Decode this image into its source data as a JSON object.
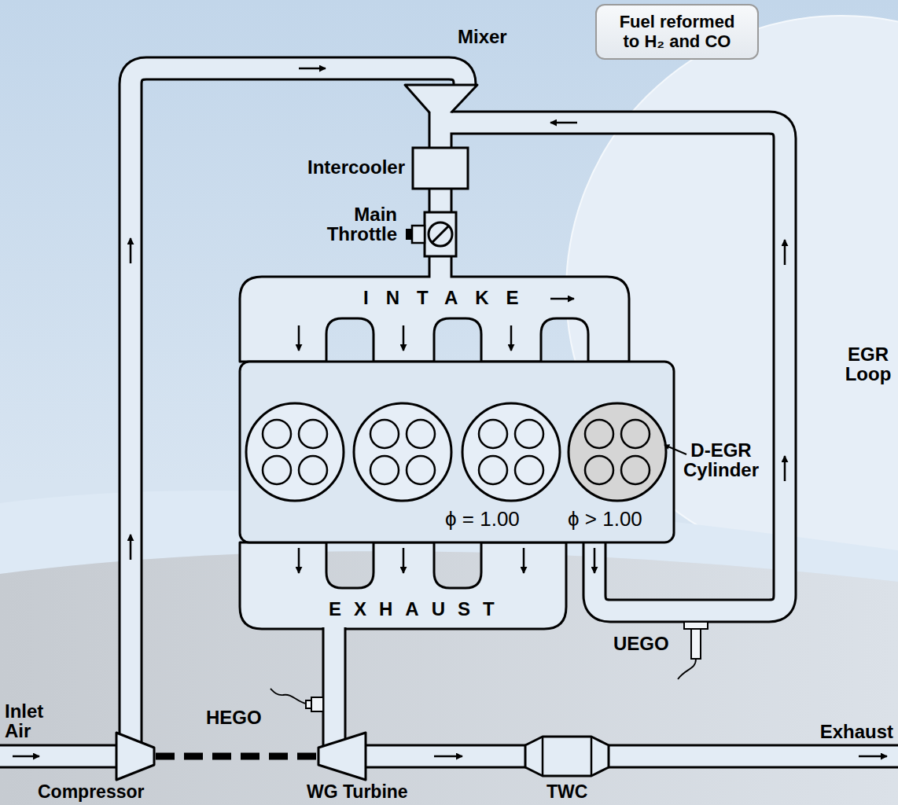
{
  "diagram": {
    "nodes": [
      {
        "text": [
          "Fuel reformed to H₂ and CO"
        ]
      }
    ],
    "labels": [
      "Mixer",
      "Intercooler",
      "Main Throttle",
      "INTAKE",
      "EGR Loop",
      "D-EGR Cylinder",
      "ϕ = 1.00",
      "ϕ > 1.00",
      "EXHAUST",
      "UEGO",
      "HEGO",
      "Inlet Air",
      "Exhaust",
      "Compressor",
      "WG Turbine",
      "TWC"
    ]
  }
}
